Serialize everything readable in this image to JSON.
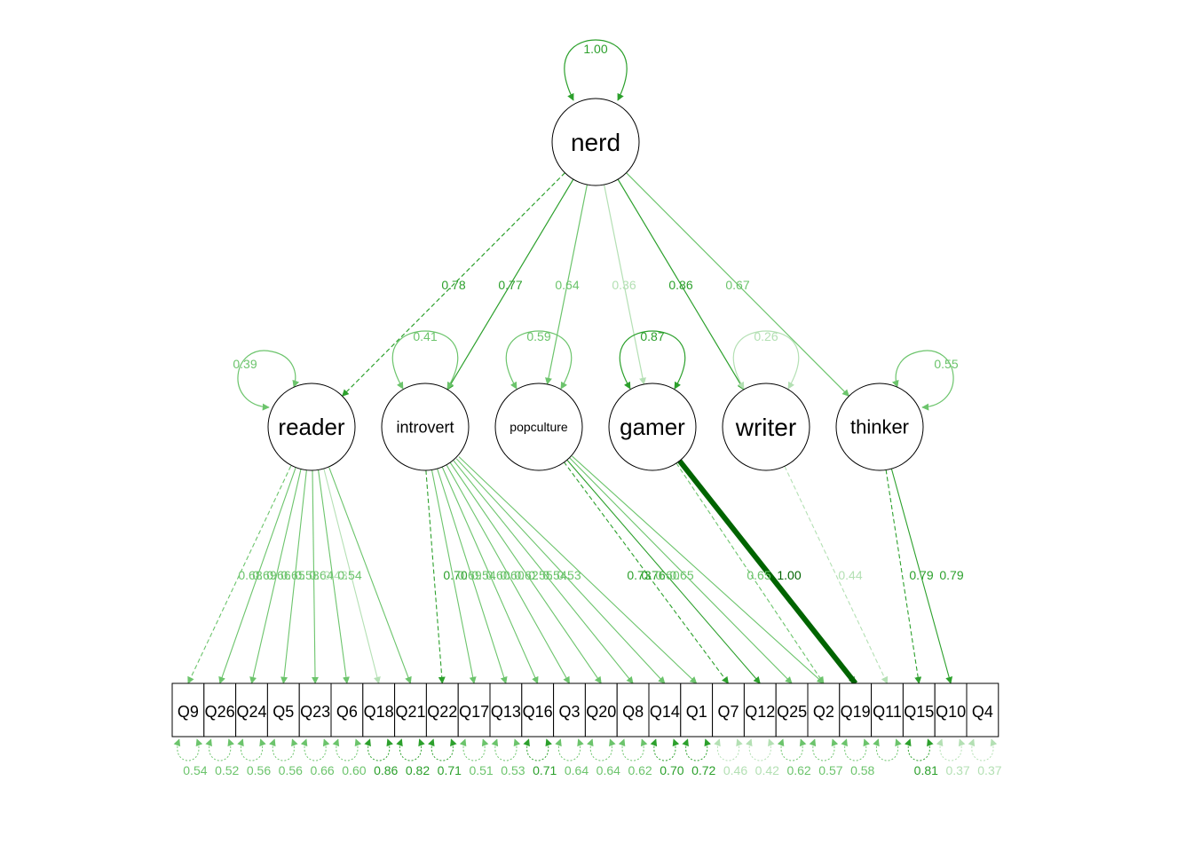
{
  "colors": {
    "strong": "#006400",
    "medium": "#2ca02c",
    "light": "#6cc46c",
    "faint": "#b4e0b4",
    "node_stroke": "#000000"
  },
  "nerd": {
    "label": "nerd",
    "variance": "1.00"
  },
  "factors": [
    {
      "id": "reader",
      "label": "reader",
      "loading": "0.78",
      "variance": "0.39",
      "weight": 0.78
    },
    {
      "id": "introvert",
      "label": "introvert",
      "loading": "0.77",
      "variance": "0.41",
      "weight": 0.77
    },
    {
      "id": "popculture",
      "label": "popculture",
      "loading": "0.64",
      "variance": "0.59",
      "weight": 0.64
    },
    {
      "id": "gamer",
      "label": "gamer",
      "loading": "0.36",
      "variance": "0.87",
      "weight": 0.36
    },
    {
      "id": "writer",
      "label": "writer",
      "loading": "0.86",
      "variance": "0.26",
      "weight": 0.86
    },
    {
      "id": "thinker",
      "label": "thinker",
      "loading": "0.67",
      "variance": "0.55",
      "weight": 0.67
    }
  ],
  "items": [
    "Q9",
    "Q26",
    "Q24",
    "Q5",
    "Q23",
    "Q6",
    "Q18",
    "Q21",
    "Q22",
    "Q17",
    "Q13",
    "Q16",
    "Q3",
    "Q20",
    "Q8",
    "Q14",
    "Q1",
    "Q7",
    "Q12",
    "Q25",
    "Q2",
    "Q19",
    "Q11",
    "Q15",
    "Q10",
    "Q4"
  ],
  "item_residuals": [
    "0.54",
    "0.52",
    "0.56",
    "0.56",
    "0.66",
    "0.60",
    "0.86",
    "0.82",
    "0.71",
    "0.51",
    "0.53",
    "0.71",
    "0.64",
    "0.64",
    "0.62",
    "0.70",
    "0.72",
    "0.46",
    "0.42",
    "0.62",
    "0.57",
    "0.58",
    "",
    "0.81",
    "0.37",
    "0.37"
  ],
  "item_loadings": [
    {
      "factor": "reader",
      "items": [
        0,
        1,
        2,
        3,
        4,
        5,
        6,
        7
      ],
      "labels": [
        "0.68",
        "0.69",
        "0.66",
        "0.65",
        "0.58",
        "0.64",
        "0.43",
        "0.54"
      ]
    },
    {
      "factor": "introvert",
      "items": [
        8,
        9,
        10,
        11,
        12,
        13,
        14,
        15,
        16
      ],
      "labels": [
        "0.70",
        "0.69",
        "0.54",
        "0.60",
        "0.60",
        "0.62",
        "0.55",
        "0.54",
        "0.53"
      ]
    },
    {
      "factor": "popculture",
      "items": [
        17,
        18,
        19,
        20
      ],
      "labels": [
        "0.73",
        "0.76",
        "0.60",
        "0.65"
      ]
    },
    {
      "factor": "gamer",
      "items": [
        20,
        21
      ],
      "labels": [
        "0.65",
        "1.00"
      ]
    },
    {
      "factor": "writer",
      "items": [
        22
      ],
      "labels": [
        "0.44"
      ]
    },
    {
      "factor": "thinker",
      "items": [
        23,
        24
      ],
      "labels": [
        "0.79",
        "0.79"
      ]
    }
  ]
}
